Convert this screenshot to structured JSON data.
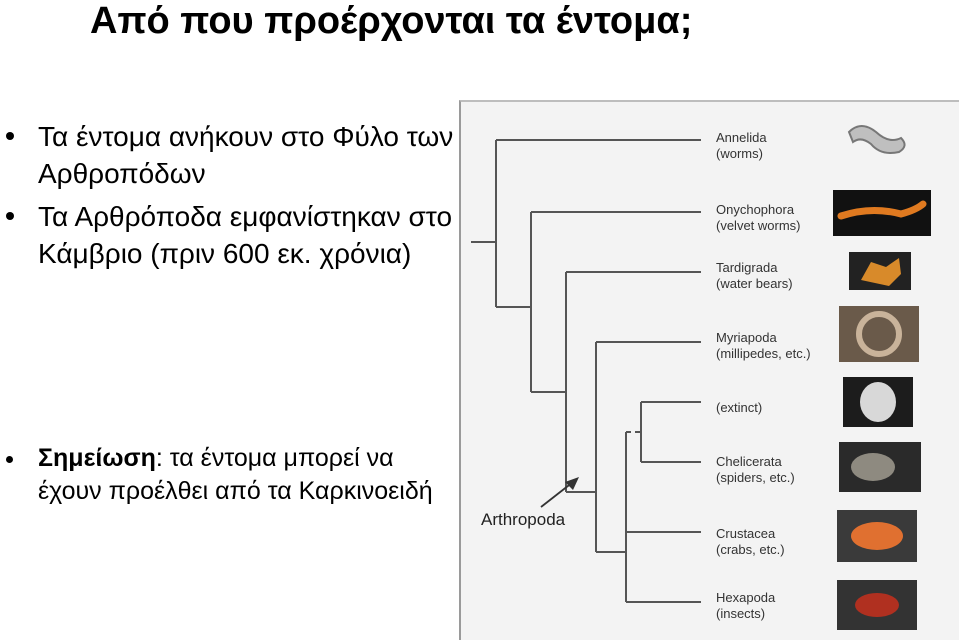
{
  "slide": {
    "title": "Από που προέρχονται τα έντομα;",
    "bullets": [
      "Τα έντομα ανήκουν στο Φύλο των Αρθροπόδων",
      "Τα Αρθρόποδα εμφανίστηκαν στο Κάμβριο (πριν 600 εκ. χρόνια)"
    ],
    "note": {
      "label": "Σημείωση",
      "text": ": τα έντομα μπορεί να έχουν προέλθει από τα Καρκινοειδή"
    }
  },
  "tree": {
    "group_label": "Arthropoda",
    "taxa": [
      {
        "name": "Annelida",
        "common": "(worms)",
        "icon": "worm-icon"
      },
      {
        "name": "Onychophora",
        "common": "(velvet worms)",
        "icon": "velvet-worm-icon"
      },
      {
        "name": "Tardigrada",
        "common": "(water bears)",
        "icon": "water-bear-icon"
      },
      {
        "name": "Myriapoda",
        "common": "(millipedes, etc.)",
        "icon": "millipede-icon"
      },
      {
        "name": "(extinct)",
        "common": "",
        "icon": "trilobite-icon"
      },
      {
        "name": "Chelicerata",
        "common": "(spiders, etc.)",
        "icon": "spider-icon"
      },
      {
        "name": "Crustacea",
        "common": "(crabs, etc.)",
        "icon": "crab-icon"
      },
      {
        "name": "Hexapoda",
        "common": "(insects)",
        "icon": "beetle-icon"
      }
    ]
  }
}
